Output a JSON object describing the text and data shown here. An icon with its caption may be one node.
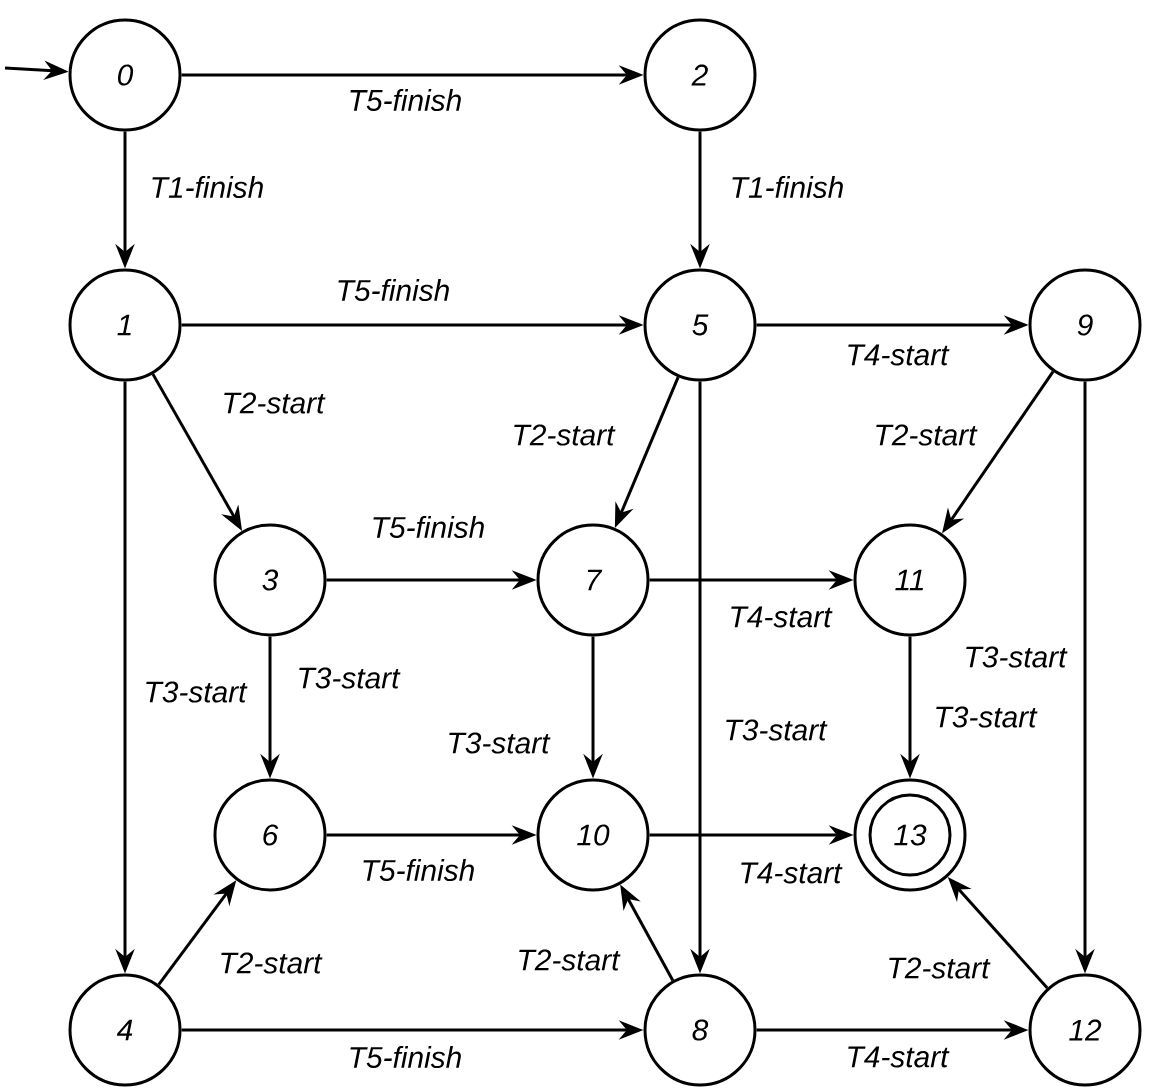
{
  "diagram": {
    "nodes": [
      {
        "text": [
          "0"
        ]
      },
      {
        "text": [
          "1"
        ]
      },
      {
        "text": [
          "2"
        ]
      },
      {
        "text": [
          "3"
        ]
      },
      {
        "text": [
          "4"
        ]
      },
      {
        "text": [
          "5"
        ]
      },
      {
        "text": [
          "6"
        ]
      },
      {
        "text": [
          "7"
        ]
      },
      {
        "text": [
          "8"
        ]
      },
      {
        "text": [
          "9"
        ]
      },
      {
        "text": [
          "10"
        ]
      },
      {
        "text": [
          "11"
        ]
      },
      {
        "text": [
          "12"
        ]
      },
      {
        "text": [
          "13"
        ]
      }
    ],
    "edges": [
      {
        "from": null,
        "to": 0,
        "arrow": "to"
      },
      {
        "from": 0,
        "to": 2,
        "arrow": "to",
        "label": "T5-finish"
      },
      {
        "from": 0,
        "to": 1,
        "arrow": "to",
        "label": "T1-finish"
      },
      {
        "from": 2,
        "to": 5,
        "arrow": "to",
        "label": "T1-finish"
      },
      {
        "from": 1,
        "to": 5,
        "arrow": "to",
        "label": "T5-finish"
      },
      {
        "from": 5,
        "to": 9,
        "arrow": "to",
        "label": "T4-start"
      },
      {
        "from": 1,
        "to": 3,
        "arrow": "to",
        "label": "T2-start"
      },
      {
        "from": 5,
        "to": 7,
        "arrow": "to",
        "label": "T2-start"
      },
      {
        "from": 9,
        "to": 11,
        "arrow": "to",
        "label": "T2-start"
      },
      {
        "from": 3,
        "to": 7,
        "arrow": "to",
        "label": "T5-finish"
      },
      {
        "from": 7,
        "to": 11,
        "arrow": "to",
        "label": "T4-start"
      },
      {
        "from": 1,
        "to": 4,
        "arrow": "to",
        "label": "T3-start"
      },
      {
        "from": 3,
        "to": 6,
        "arrow": "to",
        "label": "T3-start"
      },
      {
        "from": 7,
        "to": 10,
        "arrow": "to",
        "label": "T3-start"
      },
      {
        "from": 5,
        "to": 8,
        "arrow": "to",
        "label": "T3-start"
      },
      {
        "from": 9,
        "to": 12,
        "arrow": "to",
        "label": "T3-start"
      },
      {
        "from": 11,
        "to": 13,
        "arrow": "to",
        "label": "T3-start"
      },
      {
        "from": 6,
        "to": 10,
        "arrow": "to",
        "label": "T5-finish"
      },
      {
        "from": 10,
        "to": 13,
        "arrow": "to",
        "label": "T4-start"
      },
      {
        "from": 4,
        "to": 6,
        "arrow": "to",
        "label": "T2-start"
      },
      {
        "from": 8,
        "to": 10,
        "arrow": "to",
        "label": "T2-start"
      },
      {
        "from": 12,
        "to": 13,
        "arrow": "to",
        "label": "T2-start"
      },
      {
        "from": 4,
        "to": 8,
        "arrow": "to",
        "label": "T5-finish"
      },
      {
        "from": 8,
        "to": 12,
        "arrow": "to",
        "label": "T4-start"
      }
    ]
  }
}
